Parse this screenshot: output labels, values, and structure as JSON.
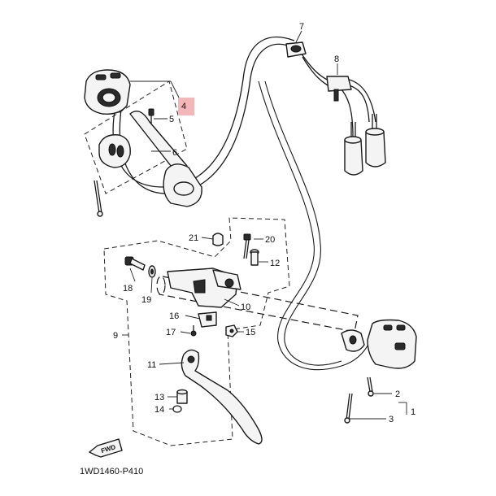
{
  "callouts": [
    {
      "id": "1",
      "label": "1"
    },
    {
      "id": "2",
      "label": "2"
    },
    {
      "id": "3",
      "label": "3"
    },
    {
      "id": "4",
      "label": "4",
      "highlighted": true
    },
    {
      "id": "5",
      "label": "5"
    },
    {
      "id": "6",
      "label": "6"
    },
    {
      "id": "7",
      "label": "7"
    },
    {
      "id": "8",
      "label": "8"
    },
    {
      "id": "9",
      "label": "9"
    },
    {
      "id": "10",
      "label": "10"
    },
    {
      "id": "11",
      "label": "11"
    },
    {
      "id": "12",
      "label": "12"
    },
    {
      "id": "13",
      "label": "13"
    },
    {
      "id": "14",
      "label": "14"
    },
    {
      "id": "15",
      "label": "15"
    },
    {
      "id": "16",
      "label": "16"
    },
    {
      "id": "17",
      "label": "17"
    },
    {
      "id": "18",
      "label": "18"
    },
    {
      "id": "19",
      "label": "19"
    },
    {
      "id": "20",
      "label": "20"
    },
    {
      "id": "21",
      "label": "21"
    }
  ],
  "diagram_code": "1WD1460-P410",
  "direction_badge": "FWD",
  "colors": {
    "highlight": "#f4b7b7",
    "line": "#1a1a1a",
    "part_fill": "#f4f4f4"
  }
}
